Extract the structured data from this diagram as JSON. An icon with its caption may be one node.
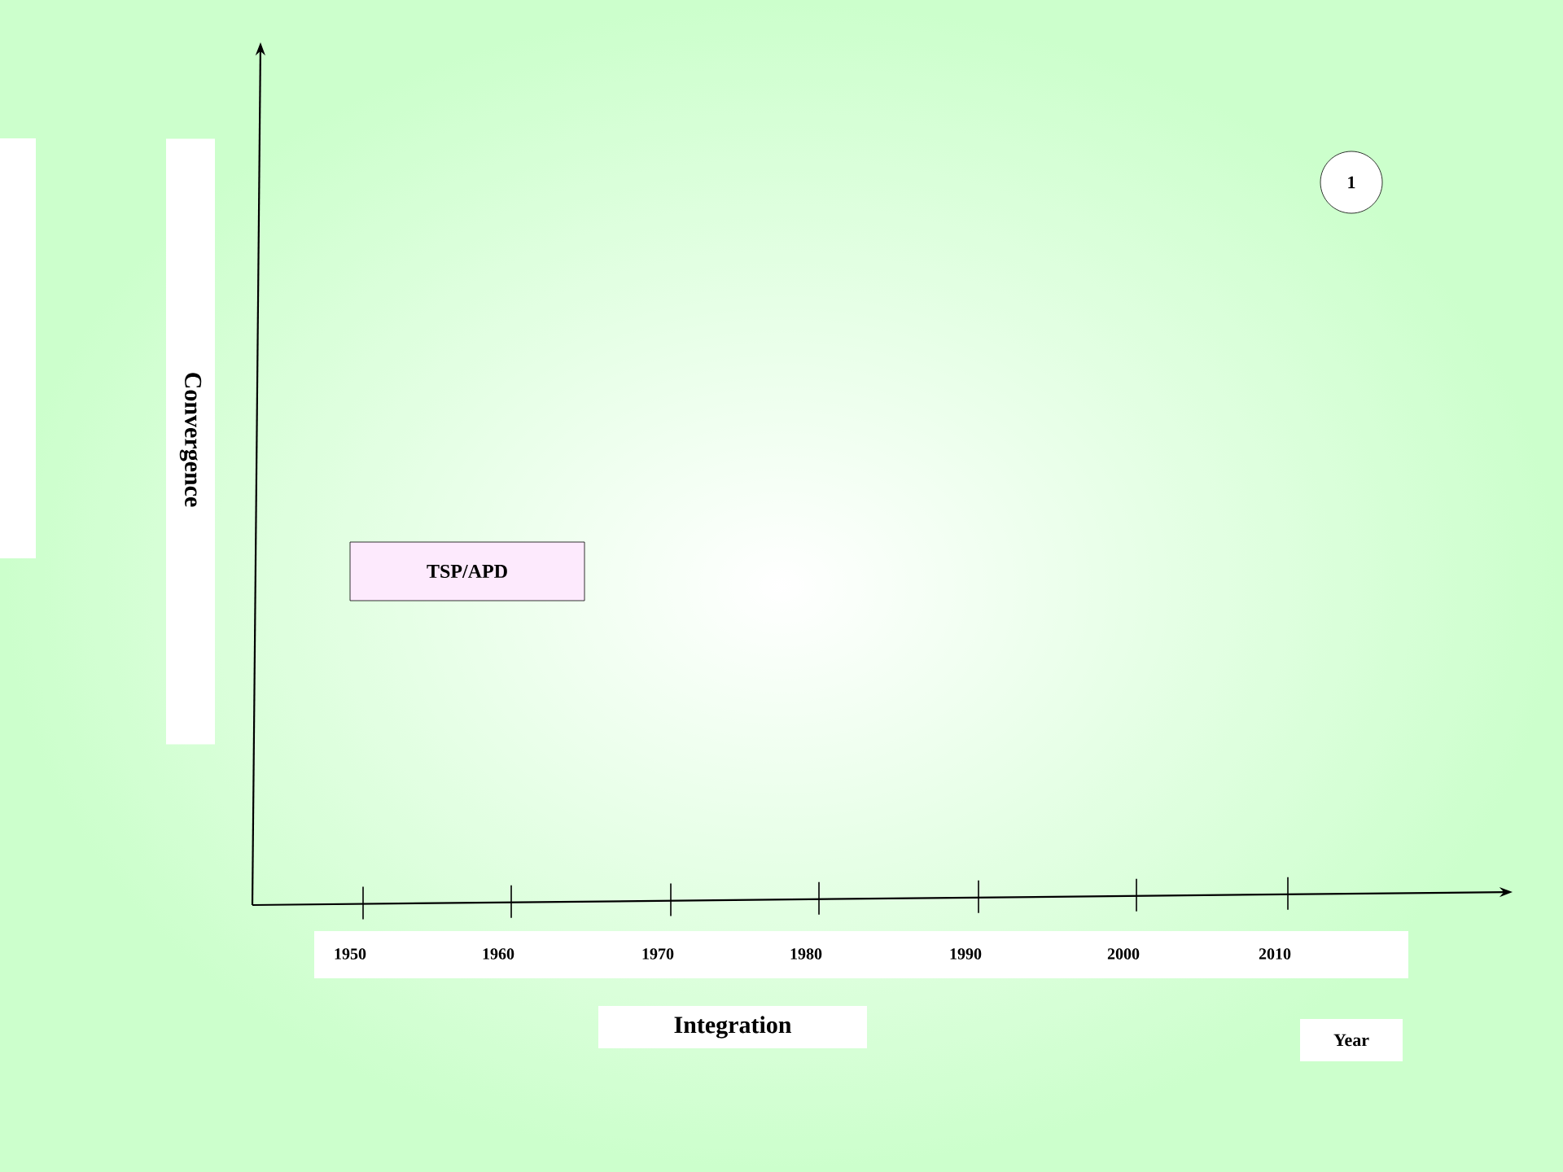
{
  "diagram": {
    "nodes": [
      {
        "text": [
          "1"
        ]
      },
      {
        "text": [
          "TSP/APD"
        ]
      }
    ],
    "labels": [
      "Convergence",
      "1950",
      "1960",
      "1970",
      "1980",
      "1990",
      "2000",
      "2010",
      "Integration",
      "Year"
    ]
  }
}
